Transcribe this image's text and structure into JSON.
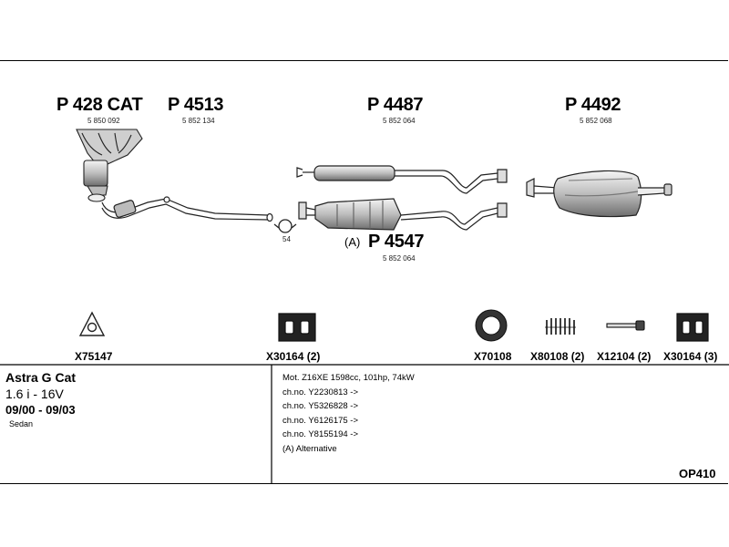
{
  "parts": [
    {
      "number": "P 428 CAT",
      "ref": "5 850 092"
    },
    {
      "number": "P 4513",
      "ref": "5 852 134"
    },
    {
      "number": "P 4487",
      "ref": "5 852 064"
    },
    {
      "number": "P 4492",
      "ref": "5 852 068"
    },
    {
      "number": "P 4547",
      "ref": "5 852 064",
      "prefix": "(A)"
    }
  ],
  "clamp_small_label": "54",
  "fittings": [
    {
      "code": "X75147"
    },
    {
      "code": "X30164 (2)"
    },
    {
      "code": "X70108"
    },
    {
      "code": "X80108 (2)"
    },
    {
      "code": "X12104 (2)"
    },
    {
      "code": "X30164 (3)"
    }
  ],
  "vehicle": {
    "model": "Astra G Cat",
    "engine": "1.6 i - 16V",
    "years": "09/00 - 09/03",
    "body": "Sedan"
  },
  "notes": [
    "Mot. Z16XE 1598cc, 101hp, 74kW",
    "ch.no. Y2230813 ->",
    "ch.no. Y5326828 ->",
    "ch.no. Y6126175 ->",
    "ch.no. Y8155194 ->",
    "(A) Alternative"
  ],
  "diagram_code": "OP410"
}
